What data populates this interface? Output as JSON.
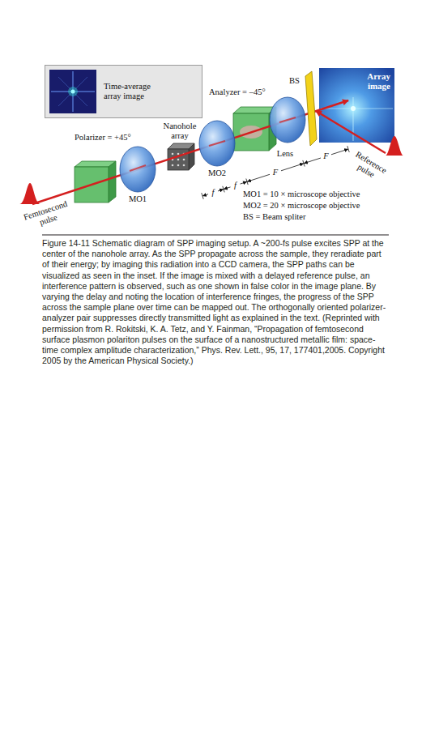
{
  "diagram": {
    "caption": "Figure 14-11 Schematic diagram of SPP imaging setup. A ~200-fs pulse excites SPP at the center of the nanohole array. As the SPP propagate across the sample, they reradiate part of their energy; by imaging this radiation into a CCD camera, the SPP paths can be visualized as seen in the inset. If the image is mixed with a delayed reference pulse, an interference pattern is observed, such as one shown in false color in the image plane. By varying the delay and noting the location of interference fringes, the progress of the SPP across the sample plane over time can be mapped out. The orthogonally oriented polarizer-analyzer pair suppresses directly transmitted light as explained in the text. (Reprinted with permission from R. Rokitski, K. A. Tetz, and Y. Fainman, “Propagation of femtosecond surface plasmon polariton pulses on the surface of a nanostructured metallic film: space-time complex amplitude characterization,” Phys. Rev. Lett., 95, 17, 177401,2005. Copyright 2005 by the American Physical Society.)",
    "nodes": [
      {
        "text": [
          "Time-average array image"
        ]
      },
      {
        "text": [
          "Array image"
        ]
      }
    ],
    "labels": [
      "Polarizer = +45°",
      "Nanohole array",
      "Analyzer = –45°",
      "BS",
      "MO2",
      "Lens",
      "F",
      "F",
      "f",
      "f",
      "Reference pulse",
      "MO1",
      "Femtosecond pulse",
      "MO1 = 10 × microscope objective",
      "MO2 = 20 × microscope objective",
      "BS = Beam spliter"
    ]
  }
}
